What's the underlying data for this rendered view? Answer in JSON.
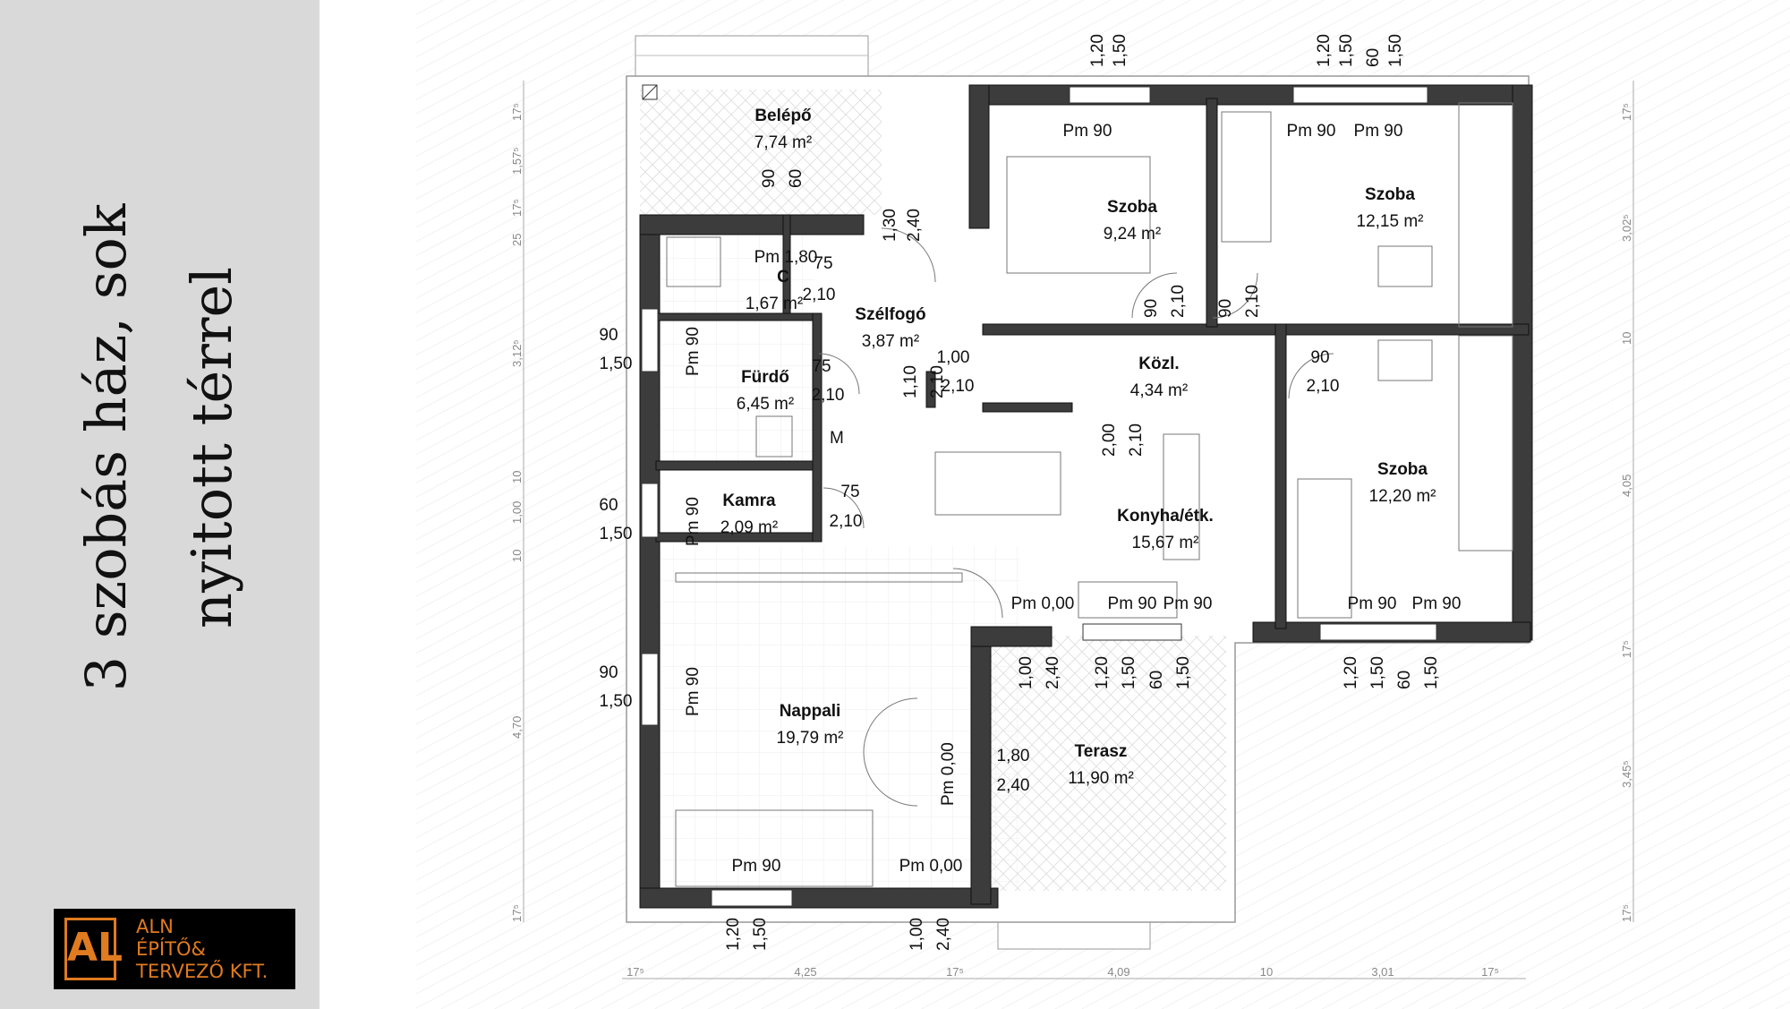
{
  "title": {
    "line1": "3 szobás ház, sok",
    "line2": "nyitott térrel"
  },
  "logo": {
    "mark": "AL",
    "line1": "ALN",
    "line2": "ÉPÍTŐ&",
    "line3": "TERVEZŐ KFT."
  },
  "rooms": {
    "belepo": {
      "name": "Belépő",
      "area": "7,74 m²"
    },
    "szoba1": {
      "name": "Szoba",
      "area": "9,24 m²"
    },
    "szoba2": {
      "name": "Szoba",
      "area": "12,15 m²"
    },
    "szelfogo": {
      "name": "Szélfogó",
      "area": "3,87 m²"
    },
    "furdo": {
      "name": "Fürdő",
      "area": "6,45 m²"
    },
    "wc": {
      "name": "C",
      "area": "1,67 m²"
    },
    "kozl": {
      "name": "Közl.",
      "area": "4,34 m²"
    },
    "kamra": {
      "name": "Kamra",
      "area": "2,09 m²"
    },
    "konyha": {
      "name": "Konyha/étk.",
      "area": "15,67 m²"
    },
    "szoba3": {
      "name": "Szoba",
      "area": "12,20 m²"
    },
    "nappali": {
      "name": "Nappali",
      "area": "19,79 m²"
    },
    "terasz": {
      "name": "Terasz",
      "area": "11,90 m²"
    }
  },
  "openings": {
    "pm90": "Pm 90",
    "pm000": "Pm 0,00",
    "pm180": "Pm 1,80",
    "d75": "75",
    "d210": "2,10",
    "d90": "90",
    "d60": "60",
    "d120": "1,20",
    "d150": "1,50",
    "d100": "1,00",
    "d240": "2,40",
    "d130": "1,30",
    "d110": "1,10",
    "d200": "2,00",
    "d180": "1,80",
    "d000": "0,00",
    "m": "M"
  },
  "dimensions": {
    "bottom": [
      "17⁵",
      "4,25",
      "17⁵",
      "4,09",
      "10",
      "3,01",
      "17⁵"
    ],
    "left": [
      "17⁵",
      "1,57⁵",
      "17⁵",
      "25",
      "3,12⁵",
      "10",
      "1,00",
      "10",
      "4,70",
      "17⁵"
    ],
    "right": [
      "17⁵",
      "3,02⁵",
      "10",
      "4,05",
      "17⁵",
      "3,45⁵",
      "17⁵"
    ]
  }
}
